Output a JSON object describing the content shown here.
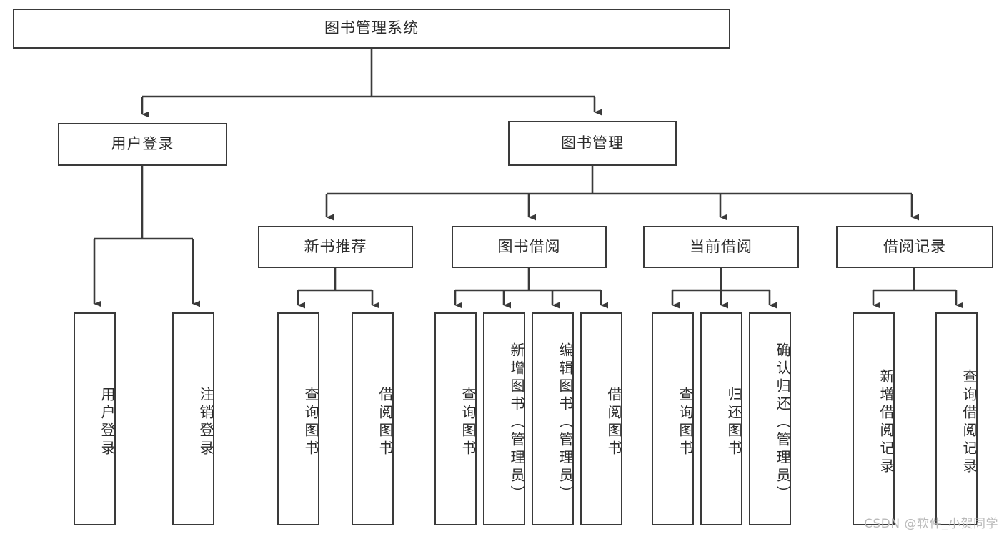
{
  "diagram": {
    "title": "图书管理系统",
    "type": "tree-hierarchy-chart",
    "root": {
      "label": "图书管理系统"
    },
    "level1": [
      {
        "label": "用户登录"
      },
      {
        "label": "图书管理"
      }
    ],
    "level2": [
      {
        "label": "新书推荐"
      },
      {
        "label": "图书借阅"
      },
      {
        "label": "当前借阅"
      },
      {
        "label": "借阅记录"
      }
    ],
    "leaves": {
      "user_login": [
        {
          "label": "用户登录"
        },
        {
          "label": "注销登录"
        }
      ],
      "new_book_recommend": [
        {
          "label": "查询图书"
        },
        {
          "label": "借阅图书"
        }
      ],
      "book_borrow": [
        {
          "label": "查询图书"
        },
        {
          "label": "新增图书（管理员）"
        },
        {
          "label": "编辑图书（管理员）"
        },
        {
          "label": "借阅图书"
        }
      ],
      "current_borrow": [
        {
          "label": "查询图书"
        },
        {
          "label": "归还图书"
        },
        {
          "label": "确认归还（管理员）"
        }
      ],
      "borrow_record": [
        {
          "label": "新增借阅记录"
        },
        {
          "label": "查询借阅记录"
        }
      ]
    }
  },
  "watermark": {
    "text": "CSDN @软件_小贺同学"
  },
  "colors": {
    "stroke": "#3a3a3a",
    "text": "#2b2b2b",
    "background": "#ffffff",
    "watermark": "#b9b9b9"
  }
}
